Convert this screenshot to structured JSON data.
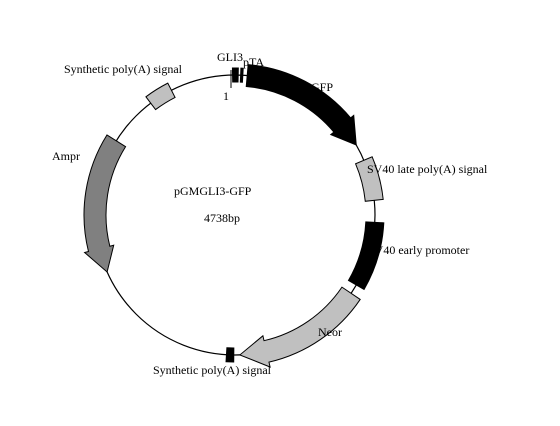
{
  "plasmid": {
    "name": "pGMGLI3-GFP",
    "size": "4738bp"
  },
  "start_marker": "1",
  "labels": {
    "gli3": "GLI3",
    "pta": "pTA",
    "gfp": "GFP",
    "sv40_late": "SV40 late poly(A) signal",
    "sv40_early": "SV40 early promoter",
    "neor": "Neor",
    "polya_bottom": "Synthetic poly(A) signal",
    "ampr": "Ampr",
    "polya_top": "Synthetic poly(A) signal"
  },
  "colors": {
    "black_feature": "#000000",
    "light_gray_feature": "#c0c0c0",
    "dark_gray_feature": "#808080",
    "backbone": "#000000"
  }
}
